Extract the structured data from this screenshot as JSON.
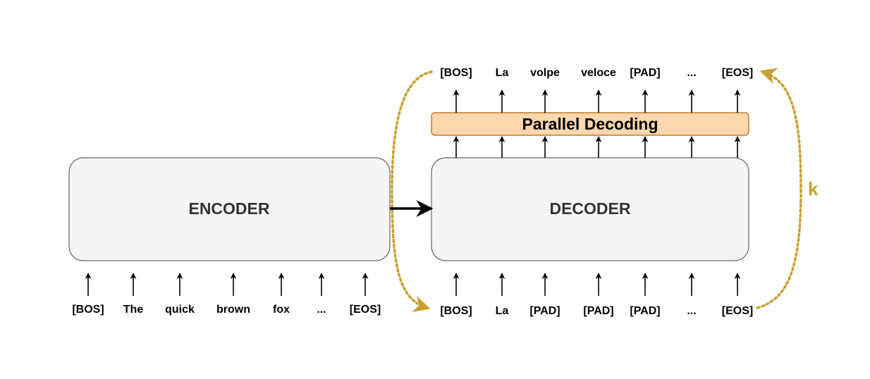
{
  "encoder": {
    "label": "ENCODER"
  },
  "decoder": {
    "label": "DECODER"
  },
  "parallel_decoding": {
    "label": "Parallel Decoding"
  },
  "loop": {
    "label": "k"
  },
  "encoder_inputs": [
    "[BOS]",
    "The",
    "quick",
    "brown",
    "fox",
    "...",
    "[EOS]"
  ],
  "decoder_inputs": [
    "[BOS]",
    "La",
    "[PAD]",
    "[PAD]",
    "[PAD]",
    "...",
    "[EOS]"
  ],
  "decoder_outputs": [
    "[BOS]",
    "La",
    "volpe",
    "veloce",
    "[PAD]",
    "...",
    "[EOS]"
  ],
  "colors": {
    "box_fill": "#f5f5f5",
    "box_stroke": "#666666",
    "pd_fill": "#fad7ac",
    "pd_stroke": "#b46504",
    "loop": "#c9a032",
    "arrow": "#000000"
  }
}
